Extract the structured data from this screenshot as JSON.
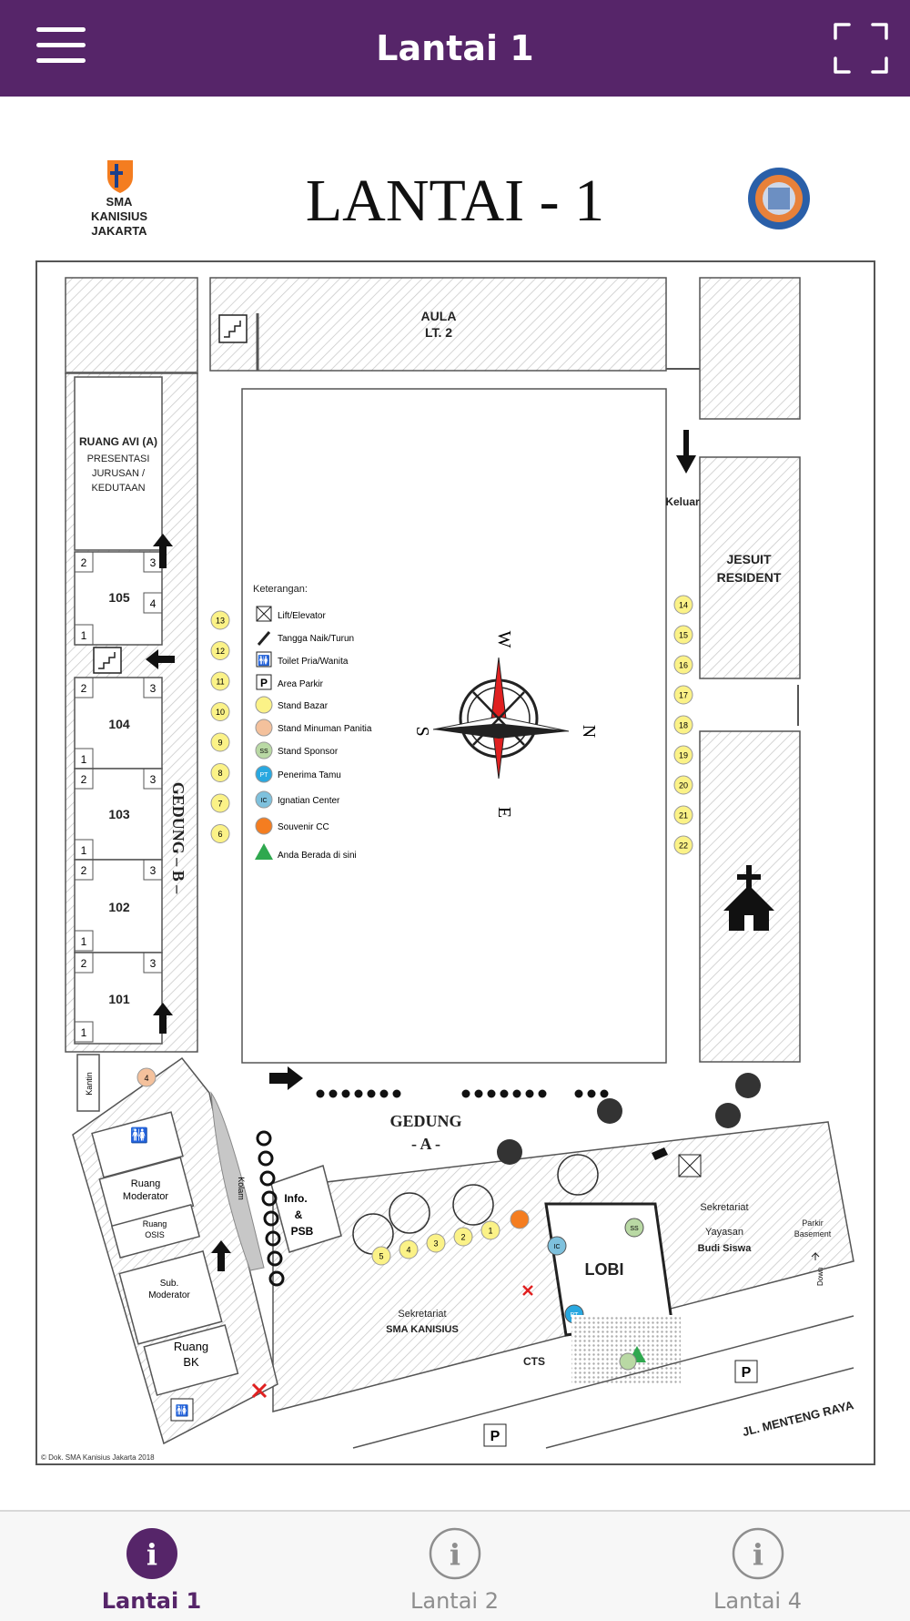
{
  "header": {
    "title": "Lantai 1",
    "color": "#562569"
  },
  "map": {
    "heading": "LANTAI - 1",
    "school_logo_text": [
      "SMA",
      "KANISIUS",
      "JAKARTA"
    ],
    "aula": [
      "AULA",
      "LT. 2"
    ],
    "ruang_avi": [
      "RUANG AVI (A)",
      "PRESENTASI",
      "JURUSAN /",
      "KEDUTAAN"
    ],
    "rooms": [
      "105",
      "104",
      "103",
      "102",
      "101"
    ],
    "gedung_b": "GEDUNG – B –",
    "gedung_a": [
      "GEDUNG",
      "- A -"
    ],
    "keluar": "Keluar",
    "jesuit": [
      "JESUIT",
      "RESIDENT"
    ],
    "kantin": "Kantin",
    "ruang_moderator": [
      "Ruang",
      "Moderator"
    ],
    "ruang_osis": [
      "Ruang",
      "OSIS"
    ],
    "sub_moderator": [
      "Sub.",
      "Moderator"
    ],
    "ruang_bk": [
      "Ruang",
      "BK"
    ],
    "kolam": "Kolam",
    "info_psb": [
      "Info.",
      "&",
      "PSB"
    ],
    "lobi": "LOBI",
    "sekretariat_sma": [
      "Sekretariat",
      "SMA KANISIUS"
    ],
    "sekretariat_yayasan": [
      "Sekretariat",
      "Yayasan",
      "Budi Siswa"
    ],
    "parkir_basement": [
      "Parkir",
      "Basement"
    ],
    "down": "Down",
    "cts": "CTS",
    "street": "JL. MENTENG RAYA",
    "copyright": "© Dok. SMA Kanisius Jakarta 2018",
    "compass": {
      "w": "W",
      "n": "N",
      "s": "S",
      "e": "E"
    },
    "legend": {
      "title": "Keterangan:",
      "items": [
        {
          "label": "Lift/Elevator",
          "icon": "lift-icon"
        },
        {
          "label": "Tangga Naik/Turun",
          "icon": "stairs-icon"
        },
        {
          "label": "Toilet Pria/Wanita",
          "icon": "toilet-icon"
        },
        {
          "label": "Area Parkir",
          "icon": "parking-icon"
        },
        {
          "label": "Stand Bazar",
          "color": "#fbf287"
        },
        {
          "label": "Stand Minuman Panitia",
          "color": "#f4c19c"
        },
        {
          "label": "Stand Sponsor",
          "color": "#b9d9a4",
          "abbr": "SS"
        },
        {
          "label": "Penerima Tamu",
          "color": "#29a8e0",
          "abbr": "PT"
        },
        {
          "label": "Ignatian Center",
          "color": "#7ec1dd",
          "abbr": "IC"
        },
        {
          "label": "Souvenir CC",
          "color": "#f47d20"
        },
        {
          "label": "Anda Berada di sini",
          "color": "#2fa84f"
        }
      ]
    },
    "stands_left": [
      "13",
      "12",
      "11",
      "10",
      "9",
      "8",
      "7",
      "6"
    ],
    "stands_right": [
      "14",
      "15",
      "16",
      "17",
      "18",
      "19",
      "20",
      "21",
      "22"
    ],
    "stands_front": [
      "5",
      "4",
      "3",
      "2",
      "1"
    ],
    "drink_stand": "4",
    "sponsor_abbr": "SS",
    "ignatian_abbr": "IC",
    "penerima_abbr": "PT",
    "parking_label": "P"
  },
  "tabs": [
    {
      "label": "Lantai 1",
      "active": true
    },
    {
      "label": "Lantai 2",
      "active": false
    },
    {
      "label": "Lantai 4",
      "active": false
    }
  ]
}
